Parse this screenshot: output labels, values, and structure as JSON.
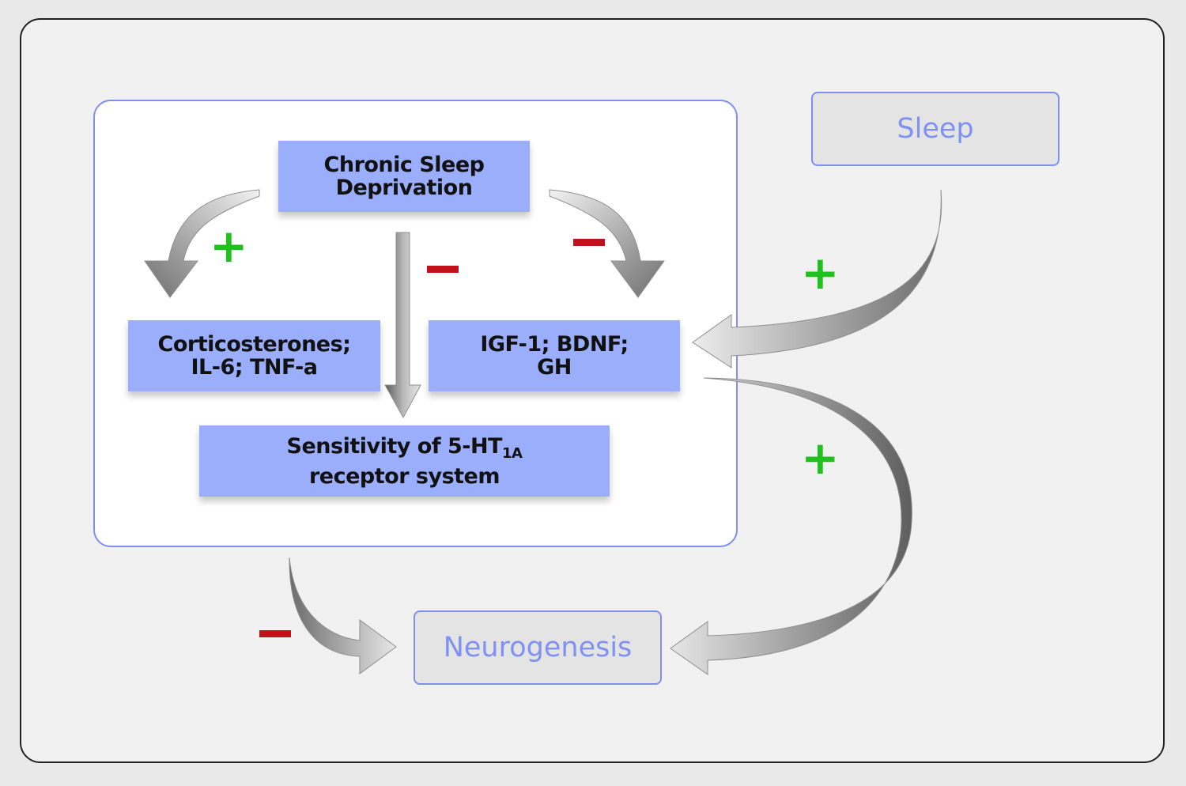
{
  "nodes": {
    "chronic": {
      "line1": "Chronic Sleep",
      "line2": "Deprivation"
    },
    "cortico": {
      "line1": "Corticosterones;",
      "line2": "IL-6; TNF-a"
    },
    "igf": {
      "line1": "IGF-1; BDNF;",
      "line2": "GH"
    },
    "sensitivity": {
      "line1_main": "Sensitivity of 5-HT",
      "line1_sub": "1A",
      "line2": "receptor system"
    },
    "sleep": "Sleep",
    "neurogenesis": "Neurogenesis"
  },
  "signs": {
    "plus": "+"
  },
  "colors": {
    "box_fill": "#9aaefc",
    "outline": "#7e8ff0",
    "plus": "#22c01e",
    "minus": "#c3111c"
  }
}
